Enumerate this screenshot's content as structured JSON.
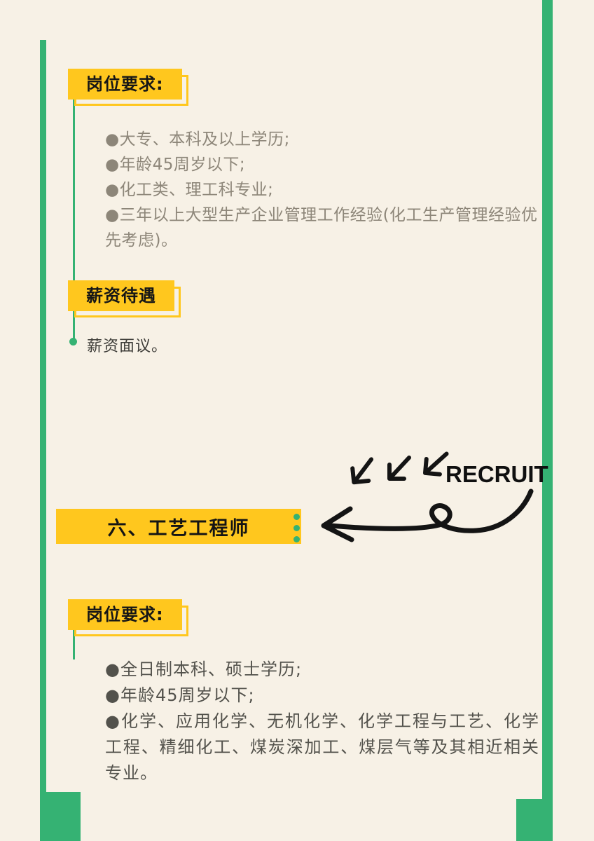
{
  "poster": {
    "colors": {
      "green": "#35b273",
      "yellow": "#ffc71e",
      "background": "#f7f1e6",
      "muted_text": "#8d8679",
      "dark_text": "#53524c"
    },
    "top_section": {
      "requirements_badge": "岗位要求:",
      "requirements": [
        "●大专、本科及以上学历;",
        "●年龄45周岁以下;",
        "●化工类、理工科专业;",
        "●三年以上大型生产企业管理工作经验(化工生产管理经验优先考虑)。"
      ],
      "salary_badge": "薪资待遇",
      "salary_note": "薪资面议。"
    },
    "recruit_label": "RECRUIT",
    "position_banner": "六、工艺工程师",
    "bottom_section": {
      "requirements_badge": "岗位要求:",
      "requirements": [
        "●全日制本科、硕士学历;",
        "●年龄45周岁以下;",
        "●化学、应用化学、无机化学、化学工程与工艺、化学工程、精细化工、煤炭深加工、煤层气等及其相近相关专业。"
      ]
    },
    "icons": {
      "down_left_arrows": "three hand-drawn arrows pointing down-left",
      "curved_arrow": "hand-drawn looping arrow pointing left at position banner"
    }
  }
}
